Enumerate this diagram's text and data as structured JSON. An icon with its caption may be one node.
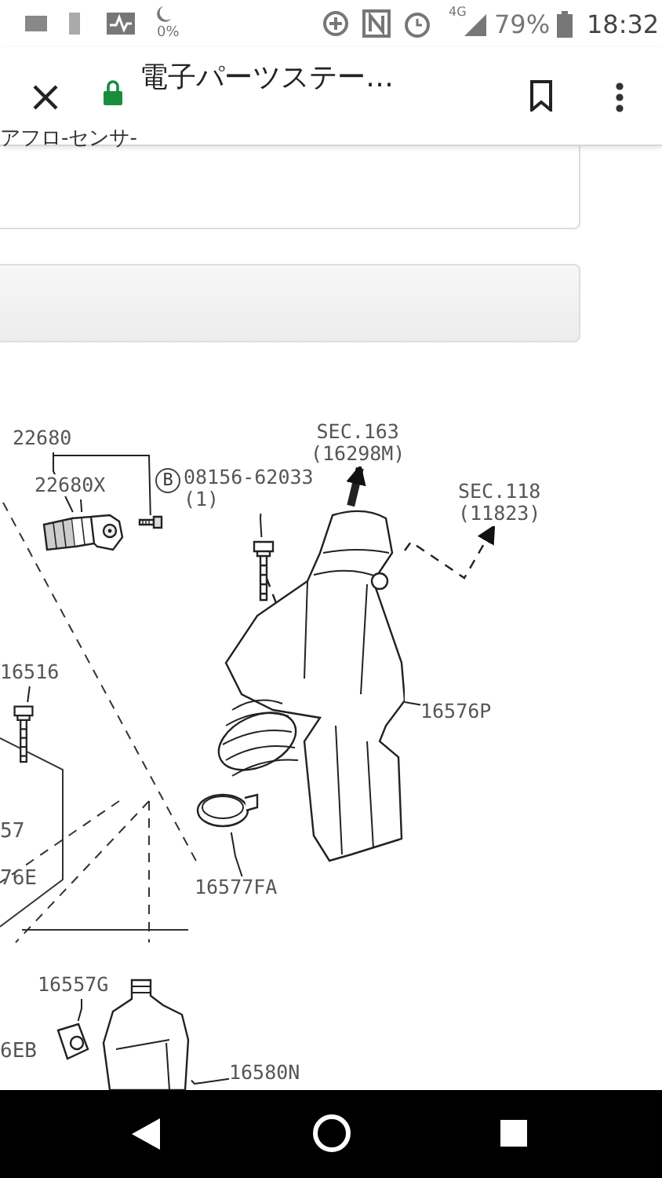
{
  "diagram": {
    "nodes": [
      {
        "text": [
          "22680"
        ]
      },
      {
        "text": [
          "22680X"
        ]
      },
      {
        "text": [],
        "shape": "picture"
      },
      {
        "text": [],
        "shape": "picture"
      },
      {
        "text": [
          "08156-62033",
          "(1)"
        ]
      },
      {
        "text": [],
        "shape": "picture"
      },
      {
        "text": [
          "SEC.163",
          "(16298M)"
        ]
      },
      {
        "text": [
          "SEC.118",
          "(11823)"
        ]
      },
      {
        "text": [],
        "shape": "picture"
      },
      {
        "text": [
          "16576P"
        ]
      },
      {
        "text": [
          "16516"
        ]
      },
      {
        "text": [],
        "shape": "picture"
      },
      {
        "text": [
          "16577FA"
        ]
      },
      {
        "text": [],
        "shape": "picture"
      },
      {
        "text": [
          "16557G"
        ]
      },
      {
        "text": [],
        "shape": "picture"
      },
      {
        "text": [],
        "shape": "picture"
      },
      {
        "text": [
          "16580N"
        ]
      }
    ],
    "edges": [
      {
        "from": 0,
        "to": 2,
        "arrow": "none"
      },
      {
        "from": 0,
        "to": 3,
        "arrow": "none"
      },
      {
        "from": 1,
        "to": 2,
        "arrow": "none"
      },
      {
        "from": 4,
        "to": 5,
        "arrow": "none"
      },
      {
        "from": 5,
        "to": 8,
        "arrow": "none",
        "style": "dashed"
      },
      {
        "from": 8,
        "to": 6,
        "arrow": "to",
        "style": "thick"
      },
      {
        "from": 8,
        "to": 7,
        "arrow": "to",
        "style": "dashed"
      },
      {
        "from": 9,
        "to": 8,
        "arrow": "none"
      },
      {
        "from": 10,
        "to": 11,
        "arrow": "none"
      },
      {
        "from": 12,
        "to": 13,
        "arrow": "none"
      },
      {
        "from": 14,
        "to": 15,
        "arrow": "none"
      },
      {
        "from": 17,
        "to": 16,
        "arrow": "none"
      }
    ],
    "labels": [
      "0%",
      "4G",
      "79%",
      "18:32",
      "電子パーツステー…",
      "アフロ-センサ-",
      "B",
      "57",
      "76E",
      "6EB"
    ]
  }
}
